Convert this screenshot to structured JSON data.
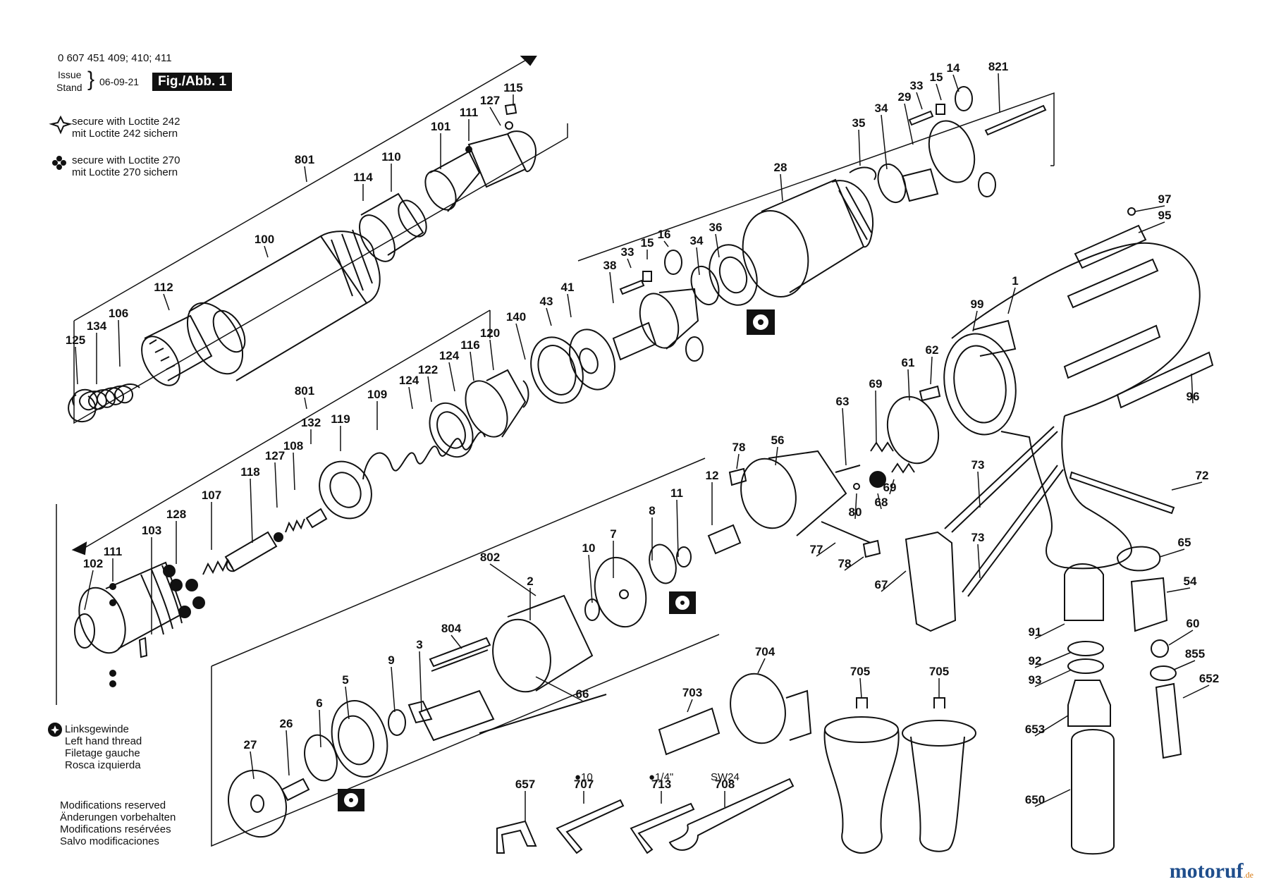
{
  "header": {
    "part_numbers": "0 607 451 409; 410; 411",
    "issue": "Issue",
    "stand": "Stand",
    "date": "06-09-21",
    "figure": "Fig./Abb. 1"
  },
  "notes": {
    "loctite242": [
      "secure with Loctite 242",
      "mit Loctite 242 sichern"
    ],
    "loctite270": [
      "secure with Loctite 270",
      "mit Loctite 270 sichern"
    ],
    "left_hand_thread": [
      "Linksgewinde",
      "Left hand thread",
      "Filetage gauche",
      "Rosca izquierda"
    ],
    "modifications": [
      "Modifications reserved",
      "Änderungen vorbehalten",
      "Modifications resérvées",
      "Salvo modificaciones"
    ]
  },
  "tool_marks": {
    "707": "●10",
    "713": "●1/4\"",
    "708": "SW24"
  },
  "brand": {
    "name": "motoruf",
    "suffix": ".de",
    "color": "#1f4e8c",
    "accent": "#d97a12"
  },
  "part_labels": [
    "0 607 451 409",
    "801",
    "114",
    "110",
    "101",
    "111",
    "127",
    "115",
    "100",
    "112",
    "106",
    "134",
    "125",
    "801",
    "109",
    "124",
    "122",
    "124",
    "116",
    "120",
    "140",
    "43",
    "41",
    "119",
    "132",
    "108",
    "127",
    "118",
    "107",
    "128",
    "103",
    "111",
    "102",
    "38",
    "33",
    "15",
    "16",
    "34",
    "36",
    "28",
    "35",
    "34",
    "29",
    "33",
    "15",
    "14",
    "821",
    "97",
    "95",
    "1",
    "99",
    "96",
    "62",
    "61",
    "69",
    "63",
    "78",
    "56",
    "12",
    "11",
    "8",
    "7",
    "10",
    "802",
    "2",
    "804",
    "3",
    "9",
    "5",
    "6",
    "26",
    "27",
    "66",
    "80",
    "68",
    "69",
    "77",
    "78",
    "73",
    "73",
    "72",
    "67",
    "65",
    "54",
    "91",
    "60",
    "855",
    "92",
    "93",
    "652",
    "653",
    "650",
    "704",
    "705",
    "705",
    "703",
    "657",
    "707",
    "713",
    "708"
  ]
}
